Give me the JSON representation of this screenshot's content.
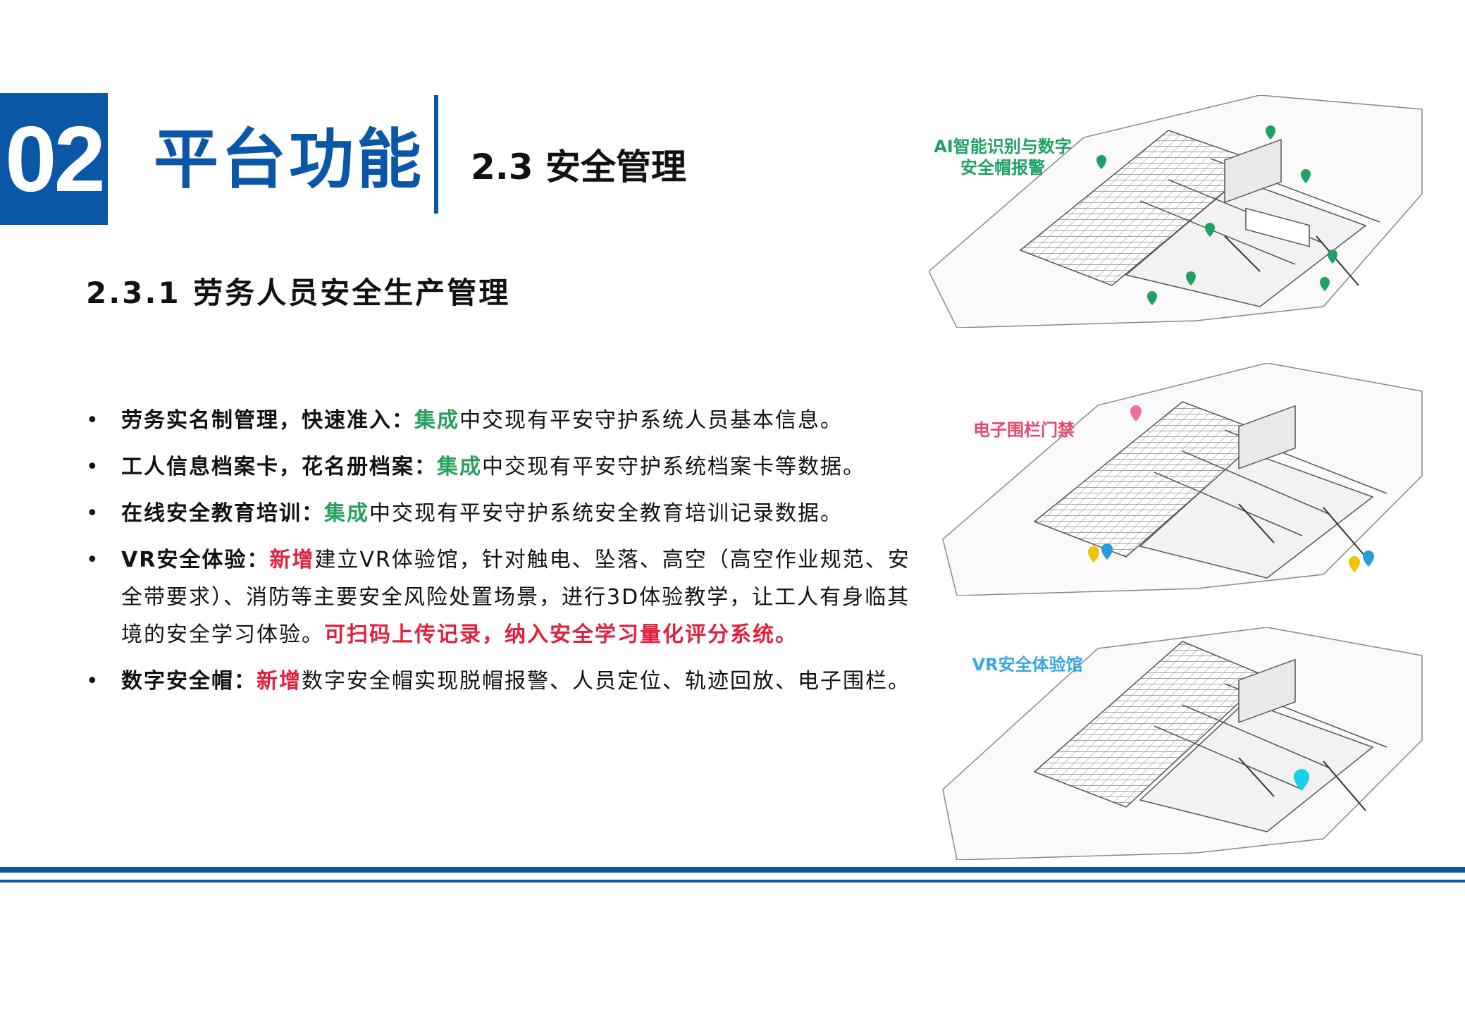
{
  "header": {
    "section_number": "02",
    "section_title": "平台功能",
    "sub_title": "2.3 安全管理"
  },
  "content": {
    "sub_section_title": "2.3.1 劳务人员安全生产管理",
    "bullet_symbol": "•",
    "bullets": [
      {
        "heading": "劳务实名制管理，快速准入：",
        "tag": "集成",
        "text": "中交现有平安守护系统人员基本信息。"
      },
      {
        "heading": "工人信息档案卡，花名册档案：",
        "tag": "集成",
        "text": "中交现有平安守护系统档案卡等数据。"
      },
      {
        "heading": "在线安全教育培训：",
        "tag": "集成",
        "text": "中交现有平安守护系统安全教育培训记录数据。"
      },
      {
        "heading": "VR安全体验：",
        "tag": "新增",
        "text": "建立VR体验馆，针对触电、坠落、高空（高空作业规范、安全带要求）、消防等主要安全风险处置场景，进行3D体验教学，让工人有身临其境的安全学习体验。",
        "highlight": "可扫码上传记录，纳入安全学习量化评分系统。"
      },
      {
        "heading": "数字安全帽：",
        "tag": "新增",
        "text": "数字安全帽实现脱帽报警、人员定位、轨迹回放、电子围栏。"
      }
    ]
  },
  "maps": [
    {
      "label_line1": "AI智能识别与数字",
      "label_line2": "安全帽报警",
      "label_color": "#1fa064",
      "marker_icon": "map-pin-icon",
      "marker_colors": [
        "#1fa064"
      ]
    },
    {
      "label_line1": "电子围栏门禁",
      "label_line2": "",
      "label_color": "#e8466e",
      "marker_icon": "map-pin-icon",
      "marker_colors": [
        "#ee6fa0",
        "#f2c200",
        "#2b9be0"
      ]
    },
    {
      "label_line1": "VR安全体验馆",
      "label_line2": "",
      "label_color": "#38a8e0",
      "marker_icon": "map-pin-icon",
      "marker_colors": [
        "#19d0e8"
      ]
    }
  ],
  "colors": {
    "brand_blue": "#0a57a8",
    "integrate_green": "#27a060",
    "new_red": "#e0203c"
  }
}
